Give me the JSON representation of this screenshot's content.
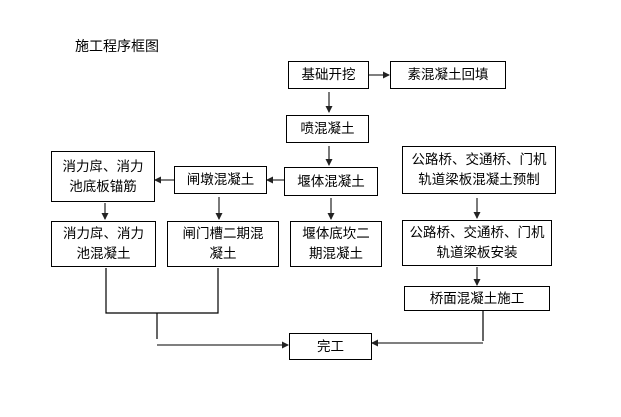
{
  "title": "施工程序框图",
  "nodes": {
    "foundation_excavation": "基础开挖",
    "plain_concrete_backfill": "素混凝土回填",
    "shotcrete": "喷混凝土",
    "weir_body_concrete": "堰体混凝土",
    "gate_pier_concrete": "闸墩混凝土",
    "stilling_anchor": "消力戽、消力\n池底板锚筋",
    "stilling_concrete": "消力戽、消力\n池混凝土",
    "gate_slot_second_stage": "闸门槽二期混\n凝土",
    "weir_sill_second_stage": "堰体底坎二\n期混凝土",
    "beam_prefab": "公路桥、交通桥、门机\n轨道梁板混凝土预制",
    "beam_install": "公路桥、交通桥、门机\n轨道梁板安装",
    "deck_concrete": "桥面混凝土施工",
    "completion": "完工"
  },
  "colors": {
    "line": "#000000",
    "arrow": "#333333",
    "box_border": "#000000"
  }
}
